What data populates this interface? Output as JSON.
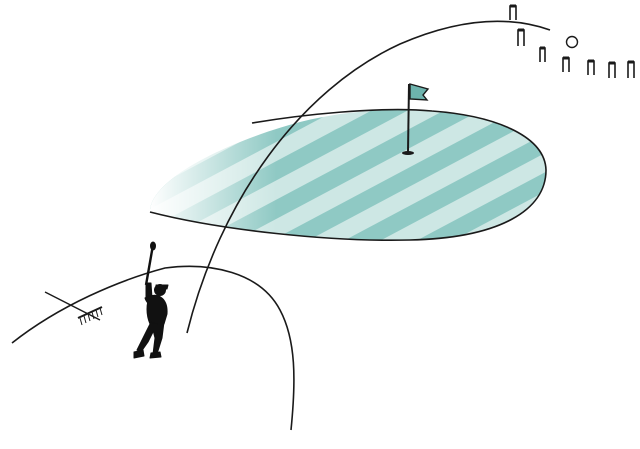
{
  "illustration": {
    "subject": "golfer-hitting-shot-over-green-into-croquet-hoops",
    "elements": [
      "golfer-silhouette",
      "bunker-rake",
      "bunker-edge",
      "putting-green",
      "flag",
      "ball-trajectory",
      "golf-ball",
      "croquet-hoops"
    ],
    "colors": {
      "background": "#ffffff",
      "ink": "#1a1a1a",
      "green_stripe": "#8fc9c4",
      "green_light": "#cde7e4",
      "flag": "#6db3ad"
    },
    "hoop_count": 7
  }
}
